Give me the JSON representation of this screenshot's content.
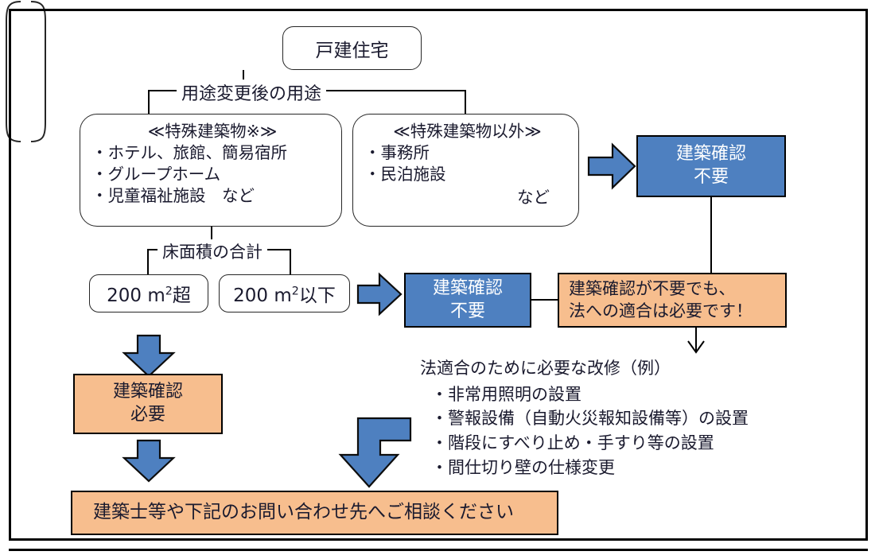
{
  "diagram": {
    "title_node": {
      "label": "戸建住宅"
    },
    "branch_label": {
      "label": "用途変更後の用途"
    },
    "special_building_box": {
      "header": "≪特殊建築物※≫",
      "items": [
        "・ホテル、旅館、簡易宿所",
        "・グループホーム",
        "・児童福祉施設　など"
      ]
    },
    "non_special_building_box": {
      "header": "≪特殊建築物以外≫",
      "items": [
        "・事務所",
        "・民泊施設"
      ],
      "etc": "など"
    },
    "confirmation_not_required_top": {
      "line1": "建築確認",
      "line2": "不要"
    },
    "floor_area_label": {
      "label": "床面積の合計"
    },
    "area_over": {
      "value": "200",
      "unit": "m",
      "sup": "2",
      "suffix": "超"
    },
    "area_under": {
      "value": "200",
      "unit": "m",
      "sup": "2",
      "suffix": "以下"
    },
    "confirmation_not_required_mid": {
      "line1": "建築確認",
      "line2": "不要"
    },
    "compliance_notice": {
      "line1": "建築確認が不要でも、",
      "line2": "法への適合は必要です！"
    },
    "confirmation_required": {
      "line1": "建築確認",
      "line2": "必要"
    },
    "renovation_list": {
      "header": "法適合のために必要な改修（例）",
      "items": [
        "・非常用照明の設置",
        "・警報設備（自動火災報知設備等）の設置",
        "・階段にすべり止め・手すり等の設置",
        "・間仕切り壁の仕様変更"
      ]
    },
    "consult_banner": {
      "label": "建築士等や下記のお問い合わせ先へご相談ください"
    }
  },
  "colors": {
    "blue": "#4E80C0",
    "orange": "#F7BE8E",
    "line": "#000000",
    "text": "#1a1a2e"
  }
}
